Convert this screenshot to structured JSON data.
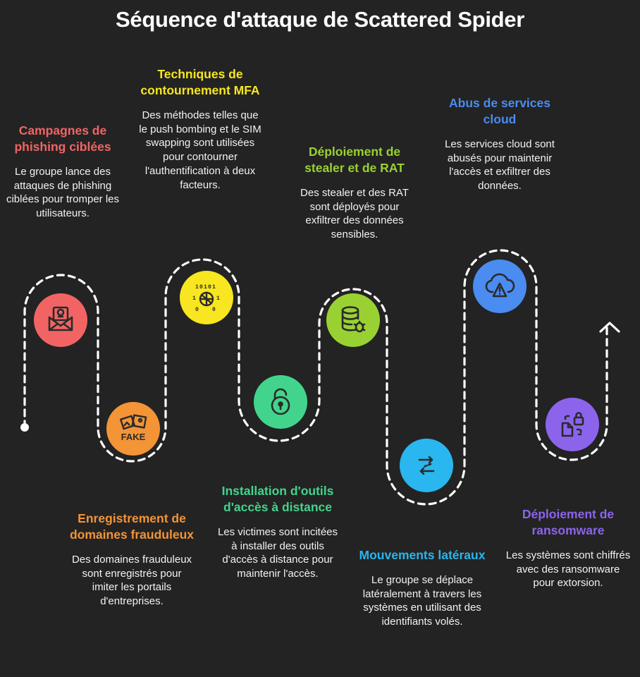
{
  "title": "Séquence d'attaque de Scattered Spider",
  "steps": [
    {
      "heading": "Campagnes de phishing ciblées",
      "text": "Le groupe lance des attaques de phishing ciblées pour tromper les utilisateurs.",
      "color": "#f26464",
      "icon": "phishing-email-icon"
    },
    {
      "heading": "Enregistrement de domaines frauduleux",
      "text": "Des domaines frauduleux sont enregistrés pour imiter les portails d'entreprises.",
      "color": "#f39436",
      "icon": "fake-image-icon",
      "icon_text": "FAKE"
    },
    {
      "heading": "Techniques de contournement MFA",
      "text": "Des méthodes telles que le push bombing et le SIM swapping sont utilisées pour contourner l'authentification à deux facteurs.",
      "color": "#f7e620",
      "icon": "binary-bug-icon"
    },
    {
      "heading": "Installation d'outils d'accès à distance",
      "text": "Les victimes sont incitées à installer des outils d'accès à distance pour maintenir l'accès.",
      "color": "#42d48c",
      "icon": "unlocked-padlock-icon"
    },
    {
      "heading": "Déploiement de stealer et de RAT",
      "text": "Des stealer et des RAT sont déployés pour exfiltrer des données sensibles.",
      "color": "#9ad132",
      "icon": "database-bug-icon"
    },
    {
      "heading": "Mouvements latéraux",
      "text": "Le groupe se déplace latéralement à travers les systèmes en utilisant des identifiants volés.",
      "color": "#2ab6ee",
      "icon": "lateral-arrows-icon"
    },
    {
      "heading": "Abus de services cloud",
      "text": "Les services cloud sont abusés pour maintenir l'accès et exfiltrer des données.",
      "color": "#4a8cf0",
      "icon": "cloud-warning-icon"
    },
    {
      "heading": "Déploiement de ransomware",
      "text": "Les systèmes sont chiffrés avec des ransomware pour extorsion.",
      "color": "#8c64ec",
      "icon": "locked-file-icon"
    }
  ]
}
